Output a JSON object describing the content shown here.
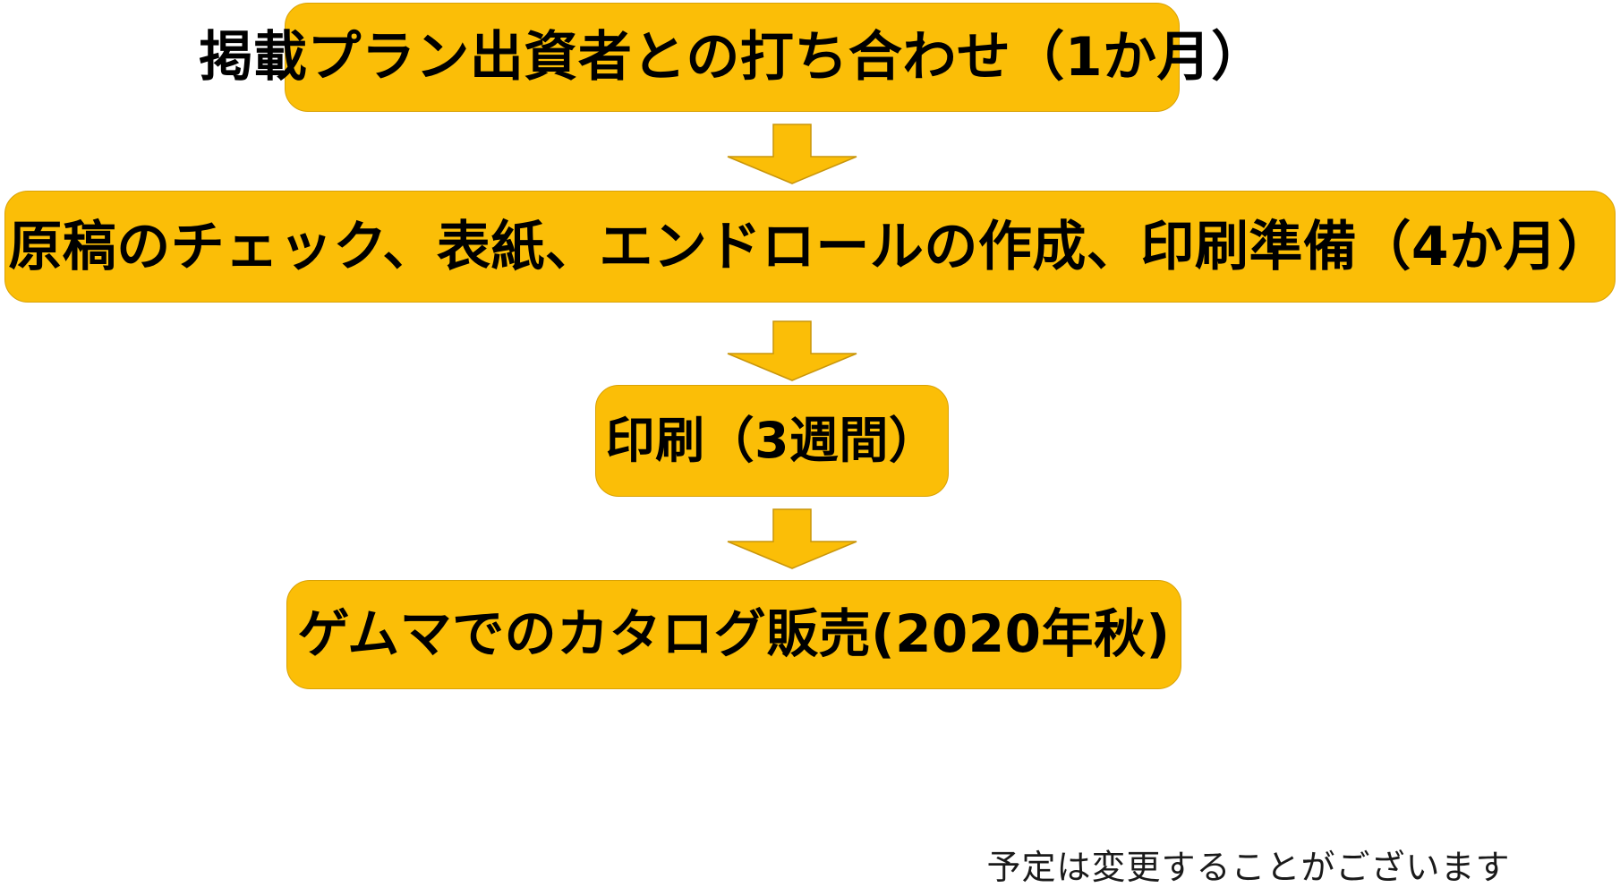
{
  "diagram": {
    "title_note": "予定は変更することがございます",
    "accent_color": "#FBBE07",
    "accent_edge_color": "#D9A206",
    "text_color": "#000000",
    "background_color": "#FFFFFF",
    "nodes": [
      {
        "id": "node-1",
        "label": "掲載プラン出資者との打ち合わせ（1か月）",
        "duration": "1か月"
      },
      {
        "id": "node-2",
        "label": "原稿のチェック、表紙、エンドロールの作成、印刷準備（4か月）",
        "duration": "4か月"
      },
      {
        "id": "node-3",
        "label": "印刷（3週間）",
        "duration": "3週間"
      },
      {
        "id": "node-4",
        "label": "ゲムマでのカタログ販売(2020年秋)",
        "duration": "2020年秋"
      }
    ],
    "connectors": [
      {
        "id": "arrow-1",
        "icon": "arrow-down-icon",
        "from": "node-1",
        "to": "node-2"
      },
      {
        "id": "arrow-2",
        "icon": "arrow-down-icon",
        "from": "node-2",
        "to": "node-3"
      },
      {
        "id": "arrow-3",
        "icon": "arrow-down-icon",
        "from": "node-3",
        "to": "node-4"
      }
    ]
  }
}
